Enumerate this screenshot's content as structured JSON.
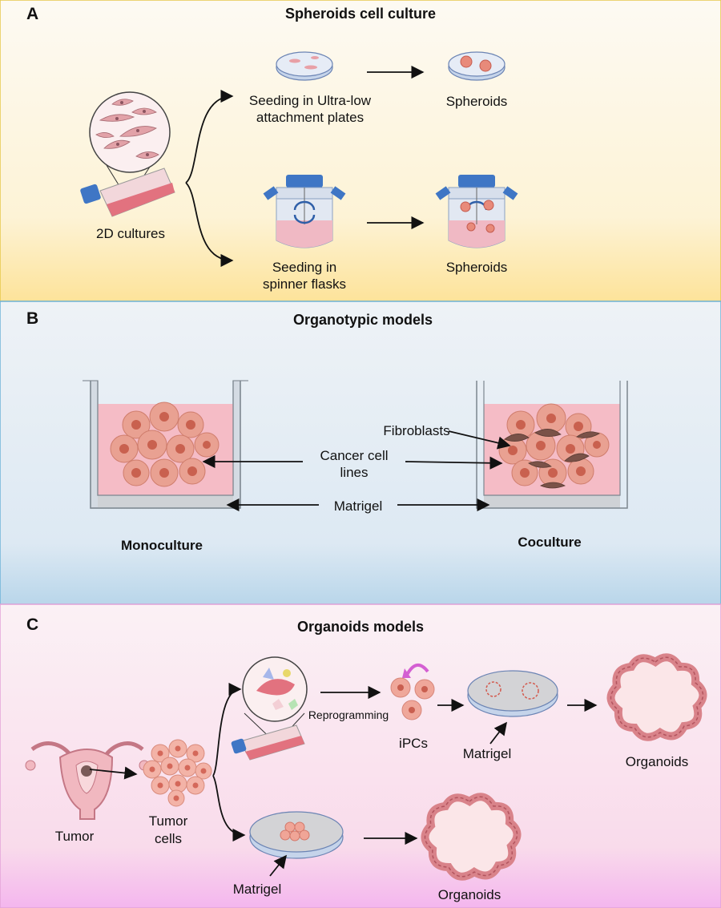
{
  "panels": {
    "a": {
      "letter": "A",
      "title": "Spheroids cell culture",
      "source": "2D cultures",
      "route1": {
        "line1": "Seeding in Ultra-low",
        "line2": "attachment plates",
        "result": "Spheroids"
      },
      "route2": {
        "line1": "Seeding in",
        "line2": "spinner flasks",
        "result": "Spheroids"
      },
      "colors": {
        "top": "#fdfaf3",
        "bottom": "#fde8a0"
      }
    },
    "b": {
      "letter": "B",
      "title": "Organotypic models",
      "fibroblasts": "Fibroblasts",
      "cancer_line1": "Cancer cell",
      "cancer_line2": "lines",
      "matrigel": "Matrigel",
      "left_label": "Monoculture",
      "right_label": "Coculture",
      "colors": {
        "top": "#eef2f7",
        "bottom": "#bcd7ea"
      }
    },
    "c": {
      "letter": "C",
      "title": "Organoids models",
      "tumor": "Tumor",
      "tumor_cells_line1": "Tumor",
      "tumor_cells_line2": "cells",
      "reprogramming": "Reprogramming",
      "ipcs": "iPCs",
      "matrigel_top": "Matrigel",
      "organoids_top": "Organoids",
      "matrigel_bottom": "Matrigel",
      "organoids_bottom": "Organoids",
      "colors": {
        "top": "#fbeef4",
        "bottom": "#f6b8ee"
      }
    }
  }
}
